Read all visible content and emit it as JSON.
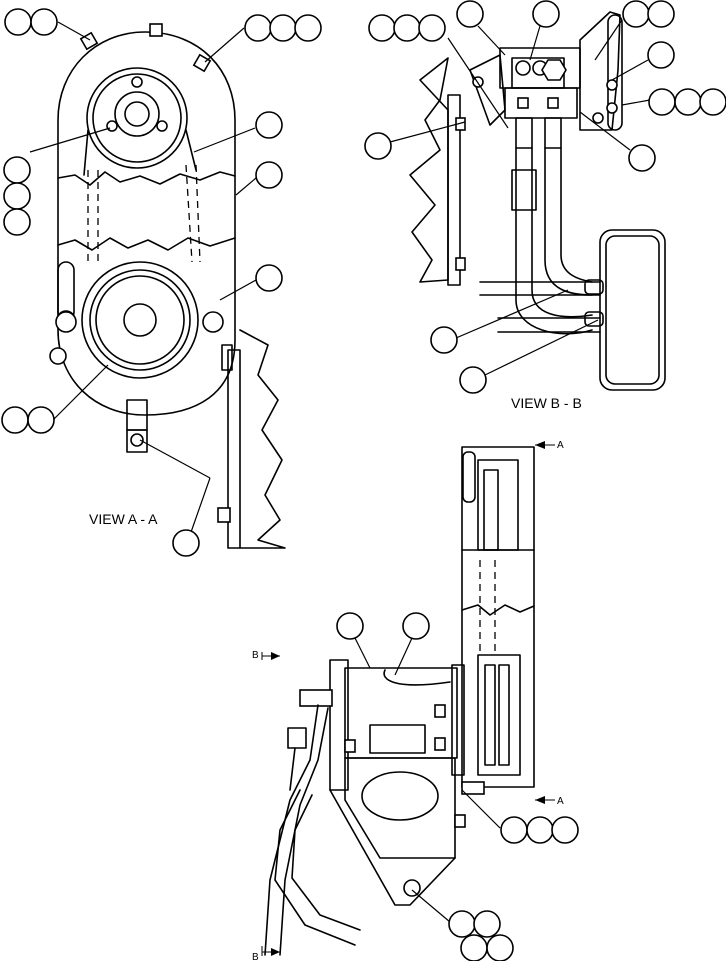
{
  "views": {
    "view_aa_label": "VIEW  A - A",
    "view_bb_label": "VIEW  B - B"
  },
  "section_markers": {
    "a_top": "A",
    "a_bottom": "A",
    "b_top": "B",
    "b_bottom": "B"
  }
}
